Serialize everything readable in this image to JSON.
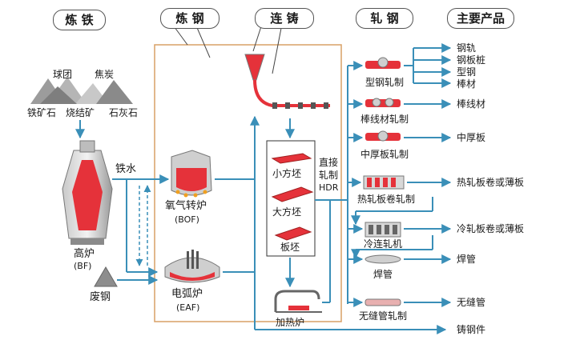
{
  "headers": {
    "ironmaking": "炼 铁",
    "steelmaking": "炼 钢",
    "casting": "连 铸",
    "rolling": "轧 钢",
    "products": "主要产品"
  },
  "raw": {
    "pellet": "球团",
    "coke": "焦炭",
    "ore": "铁矿石",
    "sinter": "烧结矿",
    "lime": "石灰石",
    "hot_metal": "铁水",
    "bf_cn": "高炉",
    "bf_en": "(BF)",
    "scrap": "废钢"
  },
  "steel": {
    "bof_cn": "氧气转炉",
    "bof_en": "(BOF)",
    "eaf_cn": "电弧炉",
    "eaf_en": "(EAF)"
  },
  "caster": {
    "billet": "小方坯",
    "bloom": "大方坯",
    "slab": "板坯",
    "direct_1": "直接",
    "direct_2": "轧制",
    "hdr": "HDR",
    "reheat": "加热炉"
  },
  "mills": [
    "型钢轧制",
    "棒线材轧制",
    "中厚板轧制",
    "热轧板卷轧制",
    "冷连轧机",
    "焊管",
    "无缝管轧制"
  ],
  "products": {
    "rail": "钢轨",
    "sheet_pile": "钢板桩",
    "section": "型钢",
    "bar": "棒材",
    "wire_rod": "棒线材",
    "plate": "中厚板",
    "hot_coil": "热轧板卷或薄板",
    "cold_coil": "冷轧板卷或薄板",
    "welded_pipe": "焊管",
    "seamless": "无缝管",
    "casting": "铸钢件"
  },
  "colors": {
    "flow": "#3a8fb8",
    "frame": "#d9a066",
    "molten": "#e5323a",
    "ladle": "#c0c0c0"
  }
}
